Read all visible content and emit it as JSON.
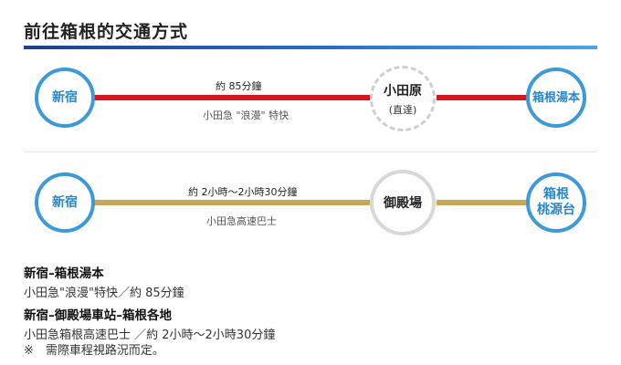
{
  "header": {
    "title": "前往箱根的交通方式"
  },
  "routes": [
    {
      "from": "新宿",
      "via": "小田原",
      "via_note": "(直達)",
      "to": "箱根湯本",
      "duration": "約  85分鐘",
      "service": "小田急 \"浪漫\" 特快",
      "line_color": "#d4161f"
    },
    {
      "from": "新宿",
      "via": "御殿場",
      "to_line1": "箱根",
      "to_line2": "桃源台",
      "duration": "約  2小時～2小時30分鐘",
      "service": "小田急高速巴士",
      "line_color": "#c8a75a"
    }
  ],
  "info": [
    {
      "title": "新宿–箱根湯本",
      "lines": [
        "小田急\"浪漫\"特快／約 85分鐘"
      ]
    },
    {
      "title": "新宿–御殿場車站–箱根各地",
      "lines": [
        "小田急箱根高速巴士 ／約 2小時～2小時30分鐘",
        "※　需際車程視路況而定。"
      ]
    }
  ],
  "colors": {
    "accent_blue": "#3d9ad6",
    "title_bar": "#1e3f8c"
  }
}
